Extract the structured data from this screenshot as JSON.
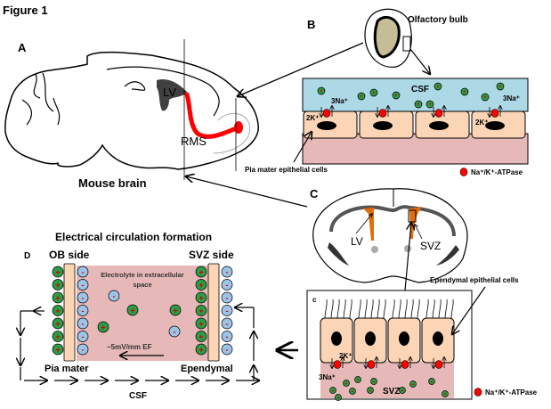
{
  "figure_title": "Figure 1",
  "panel_a": {
    "label": "A",
    "lv": "LV",
    "rms": "RMS",
    "caption": "Mouse brain"
  },
  "panel_b": {
    "label": "B",
    "olfactory_bulb": "Olfactory bulb",
    "csf": "CSF",
    "na_left": "3Na⁺",
    "na_right": "3Na⁺",
    "k_left": "2K⁺",
    "k_right": "2K⁺",
    "pia_label": "Pia mater epithelial cells",
    "legend": "Na⁺/K⁺-ATPase"
  },
  "panel_c": {
    "label": "C",
    "inset_label": "c",
    "lv": "LV",
    "svz": "SVZ",
    "ependymal_label": "Ependymal epithelial cells",
    "k": "2K⁺",
    "na": "3Na⁺",
    "svz_inset": "SVZ",
    "legend": "Na⁺/K⁺-ATPase"
  },
  "panel_d": {
    "title": "Electrical circulation formation",
    "label": "D",
    "ob_side": "OB side",
    "svz_side": "SVZ side",
    "electrolyte_line1": "Electrolyte in extracellular",
    "electrolyte_line2": "space",
    "ef": "~5mV/mm EF",
    "pia_mater": "Pia mater",
    "ependymal": "Ependymal",
    "csf": "CSF",
    "plus": "+",
    "minus": "-"
  },
  "colors": {
    "csf_blue": "#add8e6",
    "cell_peach": "#fbd5b5",
    "tissue_pink": "#e6b9b8",
    "atpase_red": "#ff0000",
    "cation_green": "#2e9b46",
    "anion_blue": "#9dc3e6",
    "lv_orange": "#e36c0a",
    "rms_red": "#ff0000",
    "ob_fill": "#c4bd97"
  }
}
